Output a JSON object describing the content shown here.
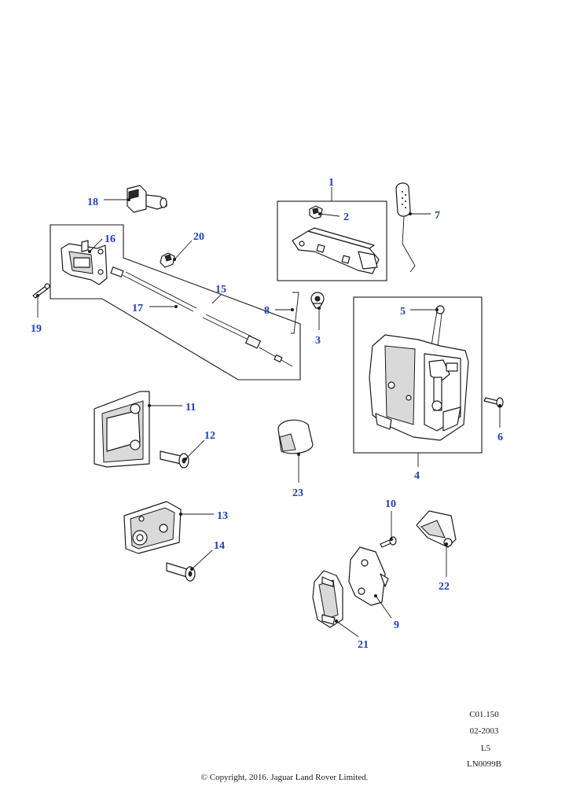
{
  "callouts": [
    "1",
    "2",
    "3",
    "4",
    "5",
    "6",
    "7",
    "8",
    "9",
    "10",
    "11",
    "12",
    "13",
    "14",
    "15",
    "16",
    "17",
    "18",
    "19",
    "20",
    "21",
    "22",
    "23"
  ],
  "meta": {
    "ref": "C01.150",
    "date": "02-2003",
    "level": "L5",
    "code": "LN0099B"
  },
  "copyright": "© Copyright, 2016. Jaguar Land Rover Limited."
}
